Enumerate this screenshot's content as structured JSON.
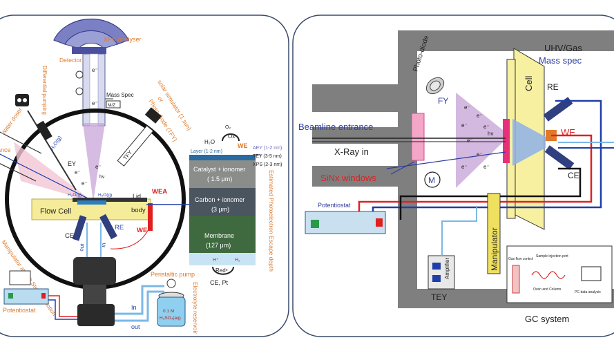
{
  "left_panel": {
    "xps_analyser": "XPS analyser",
    "detector": "Detector",
    "differential_pumping": "Differential pumping",
    "mass_spec": "Mass Spec",
    "mz": "M/Z",
    "solar_simulator": "solar simulator (1 sun)",
    "or": "or",
    "photodiode_tfy": "Photo-diode (TFY)",
    "tfy": "TFY",
    "water_doser": "Water doser",
    "h2o_g_1": "H₂O(g)",
    "h2o_g_2": "H₂O(g)",
    "h2o_g_3": "H₂O(g)",
    "e_minus": "e⁻",
    "ey": "EY",
    "hv": "hν",
    "lid": "Lid",
    "wea": "WEA",
    "body": "body",
    "flow_cell": "Flow Cell",
    "ce": "CE",
    "re": "RE",
    "we": "WE",
    "out_1": "out",
    "in_1": "in",
    "out_2": "out",
    "in_2": "In",
    "manipulator": "Manipulator at with Stepper Motion",
    "potentiostat": "Potentiostat",
    "peristaltic_pump": "Peristaltic pump",
    "electrolyte_reservoir": "Electrolyte reservoir",
    "electrolyte_conc": "0.1 M",
    "electrolyte_formula": "H₂SO₄(aq)",
    "ance": "ance"
  },
  "layers": {
    "h2o": "H₂O",
    "o2": "O₂",
    "ox": "Oxⁿ",
    "we": "WE",
    "layer_thickness": "Layer (1-2 nm)",
    "catalyst_1": "Catalyst + ionomer",
    "catalyst_2": "( 1.5 μm)",
    "carbon_1": "Carbon + ionomer",
    "carbon_2": "(3 μm)",
    "membrane_1": "Membrane",
    "membrane_2": "(127 μm)",
    "h_plus": "H⁺",
    "h2": "H₂",
    "red": "Redⁿ",
    "ce_pt": "CE, Pt",
    "aey": "AEY (1-2 nm)",
    "tey": "TEY (3-5 nm)",
    "xps": "XPS (2-3 nm)",
    "escape_depth": "Estimated Photoelectron Escape depth"
  },
  "right_panel": {
    "uhv_gas": "UHV/Gas",
    "mass_spec": "Mass spec",
    "photodiode": "Photo-diode",
    "fy": "FY",
    "cell": "Cell",
    "re": "RE",
    "we": "WE",
    "ce": "CE",
    "beamline_entrance": "Beamline entrance",
    "xray_in": "X-Ray in",
    "sinx_windows": "SiNx windows",
    "potentiostat": "Potentiostat",
    "manipulator": "Manipulator",
    "amplifier": "Amplifier",
    "tey": "TEY",
    "gc_system": "GC system",
    "gas_flow_control": "Gas flow control",
    "sample_injection_port": "Sample injection port",
    "oven_and_column": "Oven and Column",
    "pc_data_analysis": "PC-data analysis",
    "e_minus": "e⁻",
    "hv": "hν",
    "m": "M"
  },
  "colors": {
    "chamber": "#7f7f7f",
    "beamline_blue": "#2e3da0",
    "sinx_red": "#e02020",
    "orange_label": "#e07a2a",
    "cell_yellow": "#f7f0a0",
    "flow_cell_yellow": "#f5ec9a",
    "blue_cable": "#1f3fa8",
    "red_cable": "#e02020",
    "purple_cone": "#c8a6d8"
  }
}
